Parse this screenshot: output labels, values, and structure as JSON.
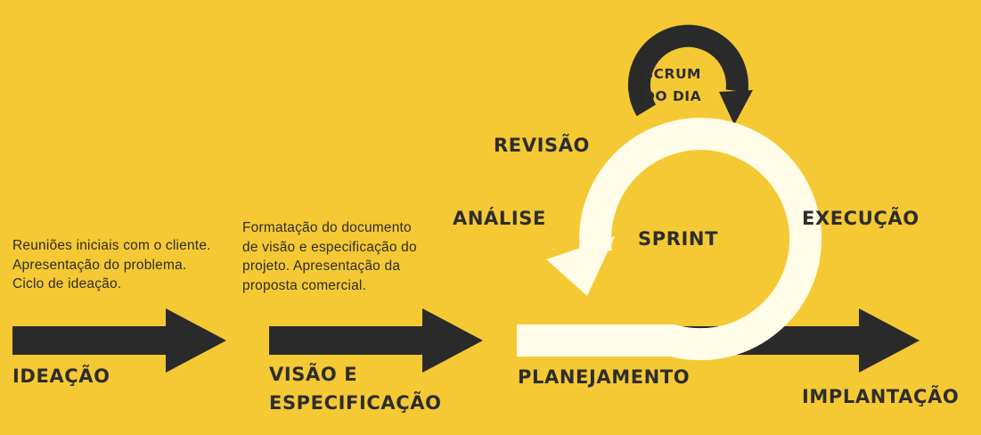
{
  "colors": {
    "background": "#f5c933",
    "arrow": "#2a2a2a",
    "sprint_loop": "#fffce8",
    "text": "#2d2d2d"
  },
  "stages": [
    {
      "label": "IDEAÇÃO",
      "description": "Reuniões iniciais com o cliente. Apresentação do problema. Ciclo de ideação."
    },
    {
      "label_line1": "VISÃO E",
      "label_line2": "ESPECIFICAÇÃO",
      "description": "Formatação do documento de visão e especificação do projeto. Apresentação da proposta comercial."
    }
  ],
  "sprint": {
    "center_label": "SPRINT",
    "planejamento": "PLANEJAMENTO",
    "execucao": "EXECUÇÃO",
    "revisao": "REVISÃO",
    "analise": "ANÁLISE",
    "daily_line1": "SCRUM",
    "daily_line2": "DO DIA"
  },
  "final_stage": {
    "label": "IMPLANTAÇÃO"
  }
}
